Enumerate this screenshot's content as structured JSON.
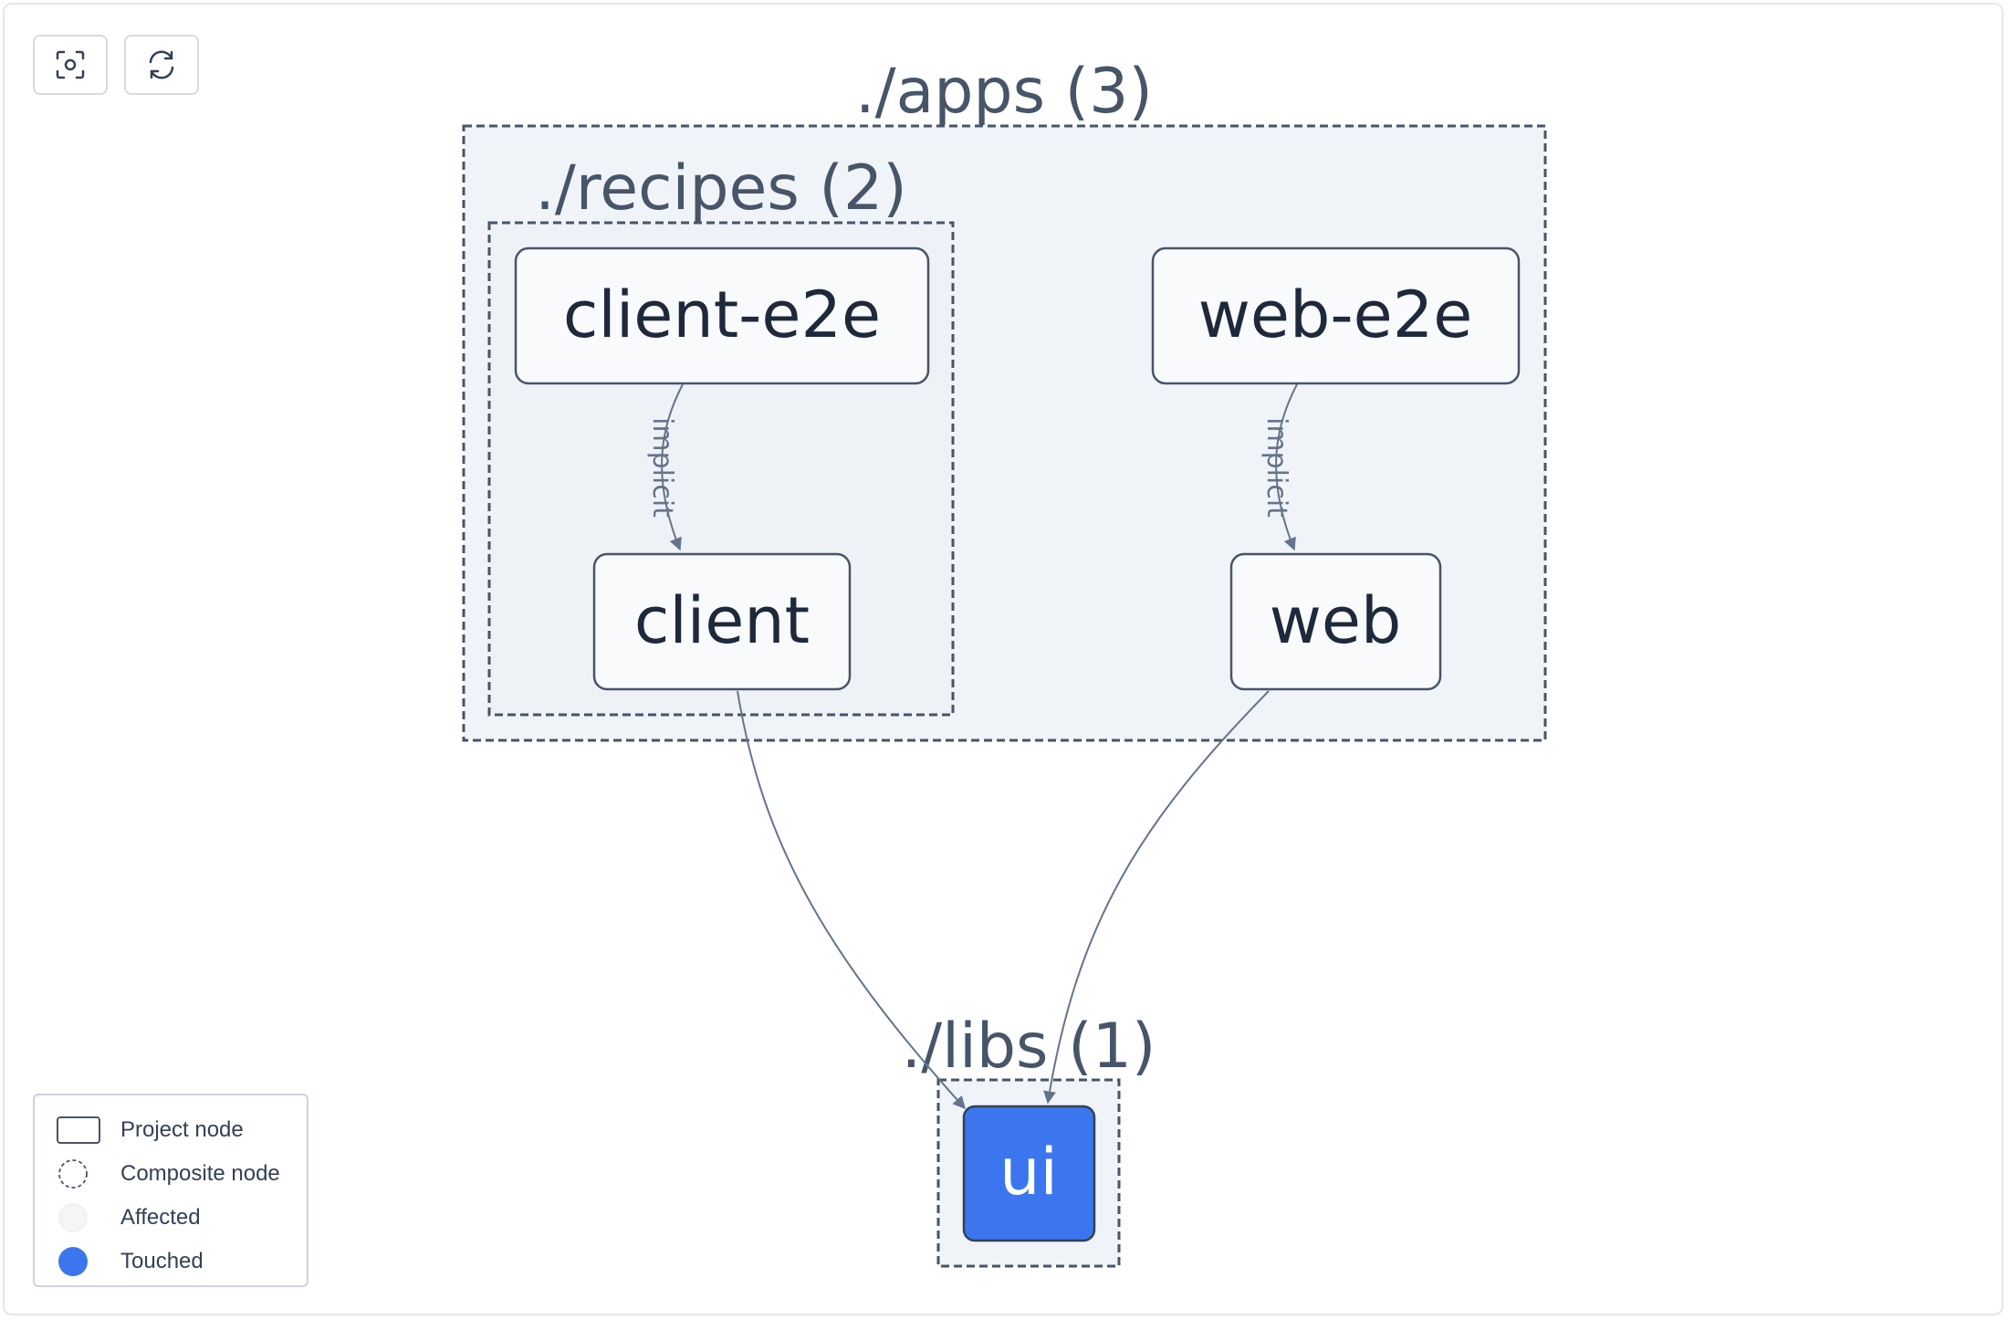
{
  "toolbar": {
    "fit_icon": "focus-icon",
    "refresh_icon": "refresh-icon"
  },
  "groups": {
    "apps": "./apps (3)",
    "recipes": "./recipes (2)",
    "libs": "./libs (1)"
  },
  "nodes": {
    "client_e2e": "client-e2e",
    "client": "client",
    "web_e2e": "web-e2e",
    "web": "web",
    "ui": "ui"
  },
  "edges": {
    "client_e2e_to_client": "implicit",
    "web_e2e_to_web": "implicit"
  },
  "legend": {
    "project_node": "Project node",
    "composite_node": "Composite node",
    "affected": "Affected",
    "touched": "Touched"
  },
  "colors": {
    "touched": "#3b76ee",
    "group_fill": "#f0f4f8",
    "node_fill": "#f8fafc",
    "stroke": "#475569",
    "edge": "#64748b"
  }
}
